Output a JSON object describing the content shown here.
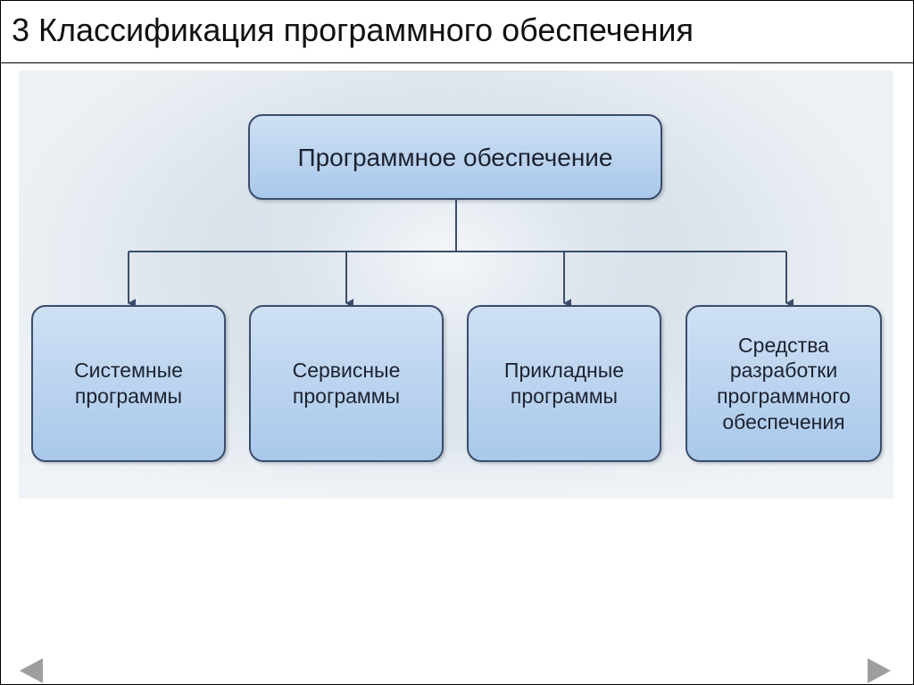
{
  "slide": {
    "title": "3 Классификация программного обеспечения"
  },
  "diagram": {
    "root": "Программное обеспечение",
    "children": [
      "Системные\nпрограммы",
      "Сервисные\nпрограммы",
      "Прикладные\nпрограммы",
      "Средства\nразработки\nпрограммного\nобеспечения"
    ]
  },
  "colors": {
    "node_fill": "#a9c8ea",
    "node_border": "#3b4d6b",
    "connector": "#3b4d6b",
    "nav_arrow": "#9e9e9e"
  },
  "navigation": {
    "prev_icon": "triangle-left-icon",
    "next_icon": "triangle-right-icon"
  }
}
